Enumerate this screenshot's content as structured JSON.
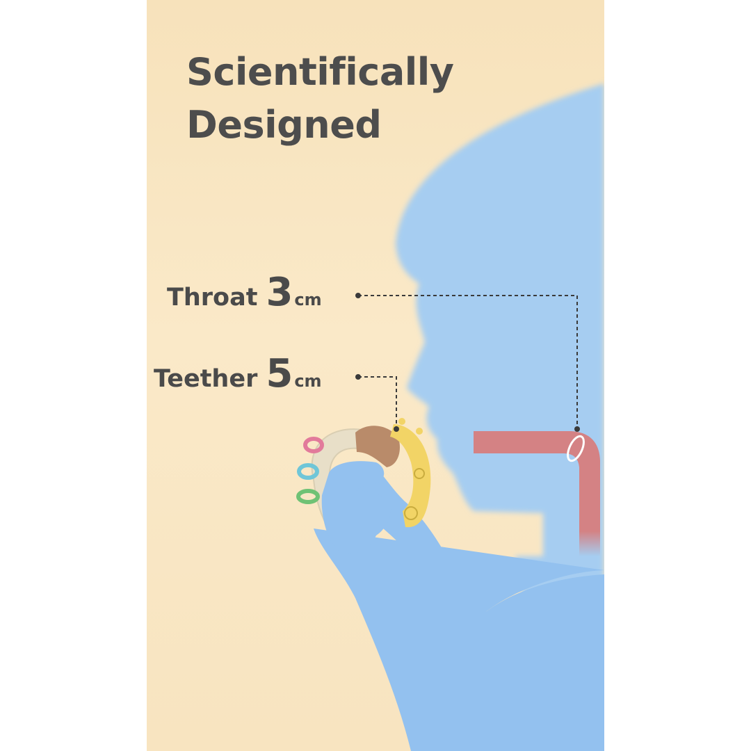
{
  "headline": {
    "line1": "Scientifically",
    "line2": "Designed"
  },
  "measurements": {
    "throat": {
      "label": "Throat",
      "value": "3",
      "unit": "cm"
    },
    "teether": {
      "label": "Teether",
      "value": "5",
      "unit": "cm"
    }
  },
  "colors": {
    "background": "#f8e4c0",
    "silhouette": "#93c1ef",
    "throat_tube": "#d97a78",
    "text": "#4d4d4d"
  }
}
